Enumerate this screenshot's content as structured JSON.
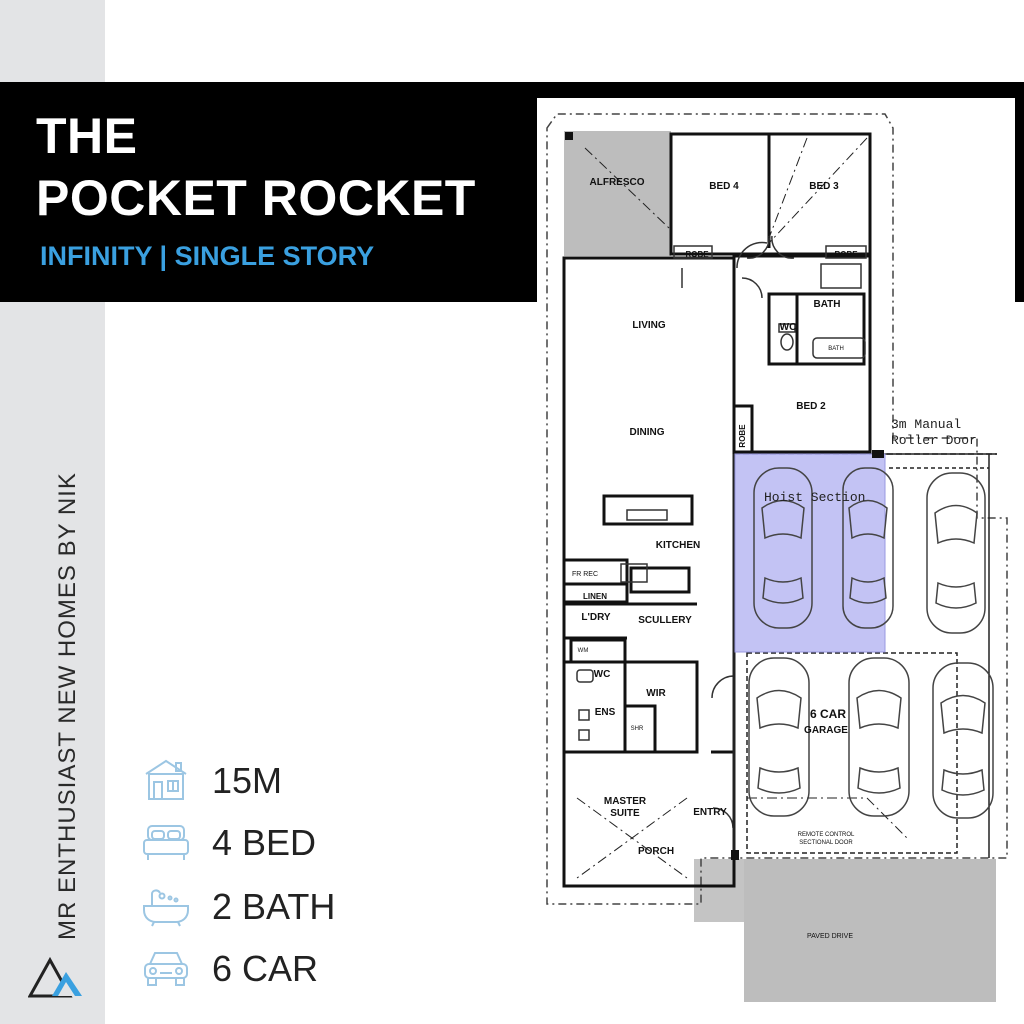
{
  "header": {
    "title_line1": "THE",
    "title_line2": "POCKET ROCKET",
    "subtitle": "INFINITY | SINGLE STORY"
  },
  "brand": {
    "vertical_text": "MR ENTHUSIAST NEW HOMES BY NIK",
    "logo_icon": "triangle-logo-icon"
  },
  "specs": [
    {
      "icon": "house-icon",
      "label": "15M"
    },
    {
      "icon": "bed-icon",
      "label": "4 BED"
    },
    {
      "icon": "bathtub-icon",
      "label": "2 BATH"
    },
    {
      "icon": "car-icon",
      "label": "6 CAR"
    }
  ],
  "floorplan": {
    "rooms": {
      "alfresco": "ALFRESCO",
      "bed4": "BED 4",
      "bed3": "BED 3",
      "robe1": "ROBE",
      "robe2": "ROBE",
      "robe3": "ROBE",
      "bath": "BATH",
      "bath_tub": "BATH",
      "wc1": "WC",
      "living": "LIVING",
      "dining": "DINING",
      "bed2": "BED 2",
      "kitchen": "KITCHEN",
      "fr_rec": "FR REC",
      "linen": "LINEN",
      "ldry": "L'DRY",
      "scullery": "SCULLERY",
      "wm": "WM",
      "wc2": "WC",
      "wir": "WIR",
      "ens": "ENS",
      "shr": "SHR",
      "master_suite_1": "MASTER",
      "master_suite_2": "SUITE",
      "entry": "ENTRY",
      "porch": "PORCH",
      "garage_1": "6 CAR",
      "garage_2": "GARAGE",
      "garage_door_1": "REMOTE CONTROL",
      "garage_door_2": "SECTIONAL DOOR",
      "paved_drive": "PAVED DRIVE"
    },
    "annotations": {
      "roller_door_1": "3m Manual",
      "roller_door_2": "Roller Door",
      "hoist": "Hoist Section"
    }
  },
  "colors": {
    "accent_blue": "#3aa0e0",
    "hoist_fill": "#b9b9f2",
    "sidebar_gray": "#e3e4e6"
  }
}
